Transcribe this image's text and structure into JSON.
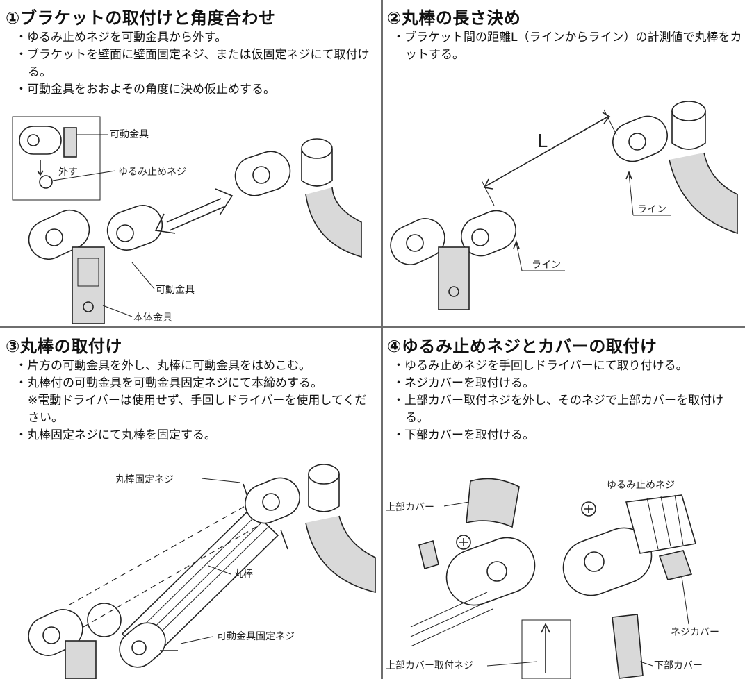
{
  "panels": [
    {
      "title": "①ブラケットの取付けと角度合わせ",
      "bullets": [
        "ゆるみ止めネジを可動金具から外す。",
        "ブラケットを壁面に壁面固定ネジ、または仮固定ネジにて取付ける。",
        "可動金具をおおよその角度に決め仮止めする。"
      ],
      "labels": {
        "movable_fitting_top": "可動金具",
        "remove": "外す",
        "lock_screw": "ゆるみ止めネジ",
        "movable_fitting_bottom": "可動金具",
        "main_fitting": "本体金具"
      }
    },
    {
      "title": "②丸棒の長さ決め",
      "bullets": [
        "ブラケット間の距離L（ラインからライン）の計測値で丸棒をカットする。"
      ],
      "labels": {
        "length": "L",
        "line_right": "ライン",
        "line_left": "ライン"
      }
    },
    {
      "title": "③丸棒の取付け",
      "bullets": [
        "片方の可動金具を外し、丸棒に可動金具をはめこむ。",
        "丸棒付の可動金具を可動金具固定ネジにて本締めする。",
        "丸棒固定ネジにて丸棒を固定する。"
      ],
      "note": "※電動ドライバーは使用せず、手回しドライバーを使用してください。",
      "labels": {
        "bar_fix_screw": "丸棒固定ネジ",
        "bar": "丸棒",
        "fitting_fix_screw": "可動金具固定ネジ"
      }
    },
    {
      "title": "④ゆるみ止めネジとカバーの取付け",
      "bullets": [
        "ゆるみ止めネジを手回しドライバーにて取り付ける。",
        "ネジカバーを取付ける。",
        "上部カバー取付ネジを外し、そのネジで上部カバーを取付ける。",
        "下部カバーを取付ける。"
      ],
      "labels": {
        "lock_screw": "ゆるみ止めネジ",
        "upper_cover": "上部カバー",
        "screw_cover": "ネジカバー",
        "upper_cover_screw": "上部カバー取付ネジ",
        "lower_cover": "下部カバー"
      }
    }
  ]
}
